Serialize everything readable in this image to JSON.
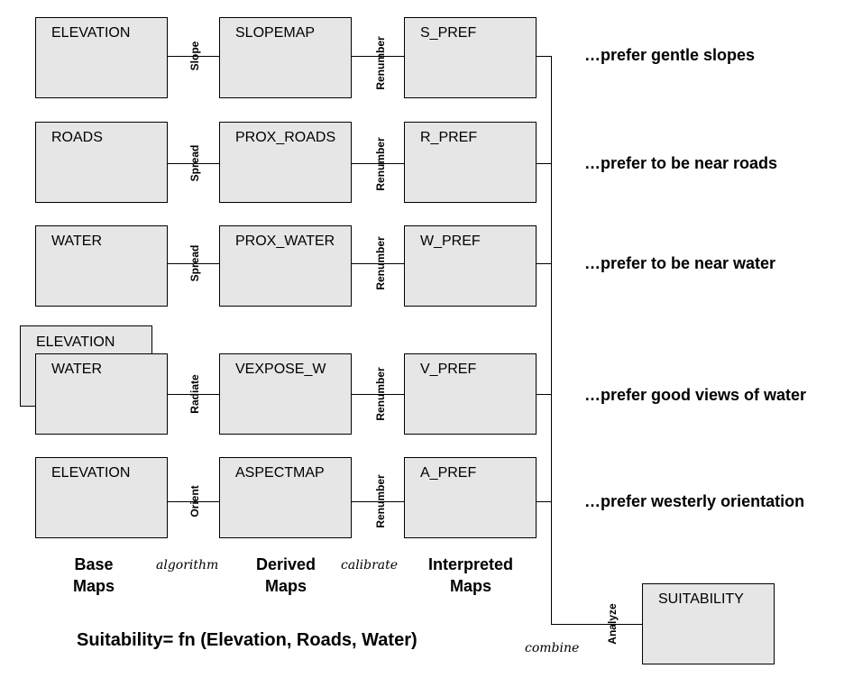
{
  "rows": [
    {
      "base": "ELEVATION",
      "op": "Slope",
      "derived": "SLOPEMAP",
      "cal": "Renumber",
      "interp": "S_PREF",
      "pref": "…prefer gentle slopes"
    },
    {
      "base": "ROADS",
      "op": "Spread",
      "derived": "PROX_ROADS",
      "cal": "Renumber",
      "interp": "R_PREF",
      "pref": "…prefer to be near roads"
    },
    {
      "base": "WATER",
      "op": "Spread",
      "derived": "PROX_WATER",
      "cal": "Renumber",
      "interp": "W_PREF",
      "pref": "…prefer to be near water"
    },
    {
      "base": "WATER",
      "base_back": "ELEVATION",
      "op": "Radiate",
      "derived": "VEXPOSE_W",
      "cal": "Renumber",
      "interp": "V_PREF",
      "pref": "…prefer good views of water"
    },
    {
      "base": "ELEVATION",
      "op": "Orient",
      "derived": "ASPECTMAP",
      "cal": "Renumber",
      "interp": "A_PREF",
      "pref": "…prefer westerly orientation"
    }
  ],
  "columns": {
    "base": "Base\nMaps",
    "algorithm": "algorithm",
    "derived": "Derived\nMaps",
    "calibrate": "calibrate",
    "interpreted": "Interpreted\nMaps"
  },
  "final": {
    "op": "Analyze",
    "box": "SUITABILITY",
    "combine": "combine"
  },
  "formula": "Suitability= fn (Elevation, Roads, Water)"
}
